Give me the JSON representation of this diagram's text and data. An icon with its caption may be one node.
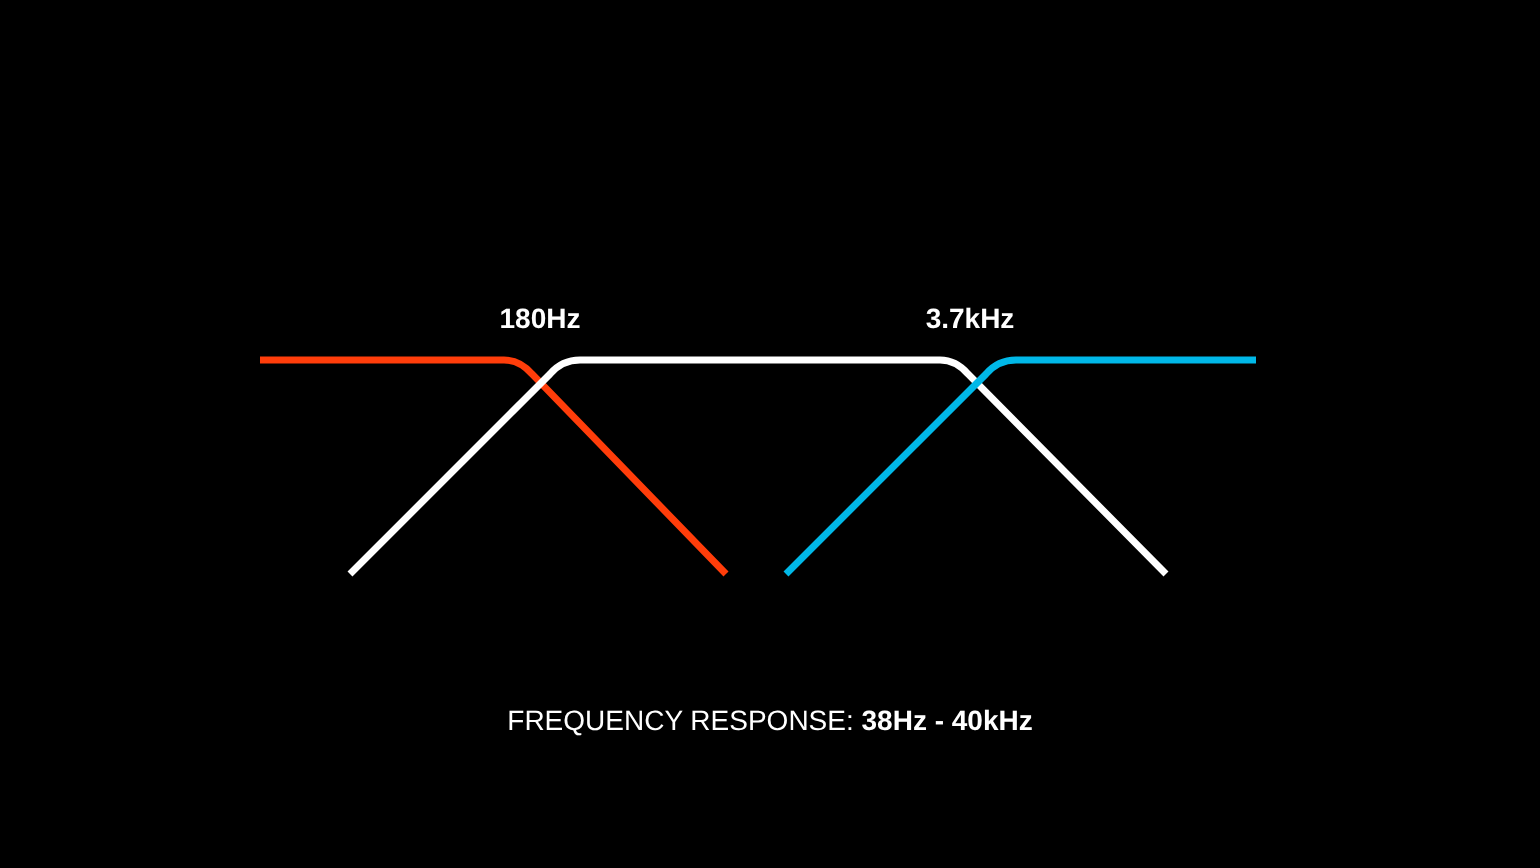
{
  "diagram": {
    "labels": [
      "180Hz",
      "3.7kHz",
      "FREQUENCY RESPONSE: **38Hz - 40kHz**"
    ]
  }
}
